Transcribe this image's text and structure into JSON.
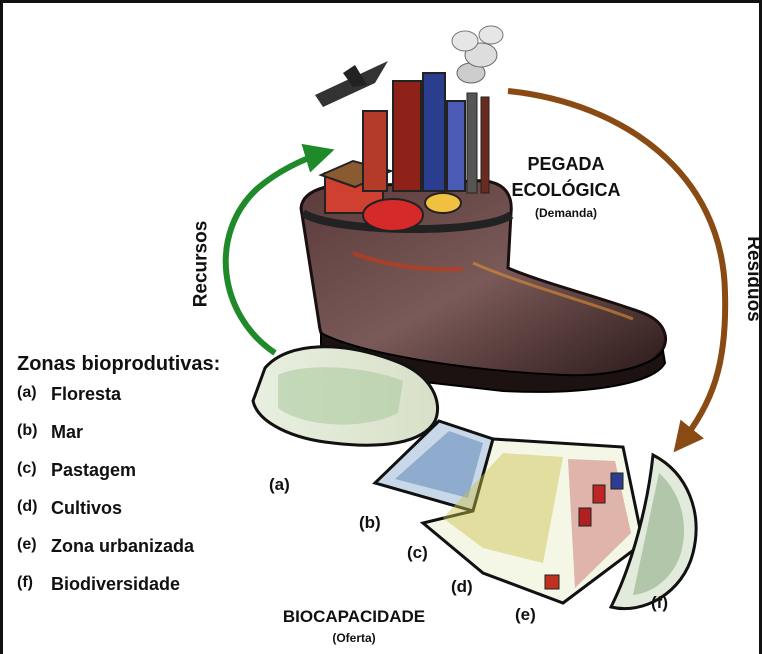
{
  "demand": {
    "title_line1": "PEGADA",
    "title_line2": "ECOLÓGICA",
    "subtitle": "(Demanda)"
  },
  "supply": {
    "title": "BIOCAPACIDADE",
    "subtitle": "(Oferta)"
  },
  "arrows": {
    "resources": "Recursos",
    "waste": "Resíduos"
  },
  "legend": {
    "title": "Zonas bioprodutivas:",
    "items": [
      {
        "code": "(a)",
        "label": "Floresta"
      },
      {
        "code": "(b)",
        "label": "Mar"
      },
      {
        "code": "(c)",
        "label": "Pastagem"
      },
      {
        "code": "(d)",
        "label": "Cultivos"
      },
      {
        "code": "(e)",
        "label": "Zona urbanizada"
      },
      {
        "code": "(f)",
        "label": "Biodiversidade"
      }
    ]
  },
  "zones": [
    "(a)",
    "(b)",
    "(c)",
    "(d)",
    "(e)",
    "(f)"
  ],
  "colors": {
    "resources_arrow": "#1f8a2a",
    "waste_arrow": "#8a4a14",
    "boot": "#3a2020",
    "frame": "#111111"
  }
}
